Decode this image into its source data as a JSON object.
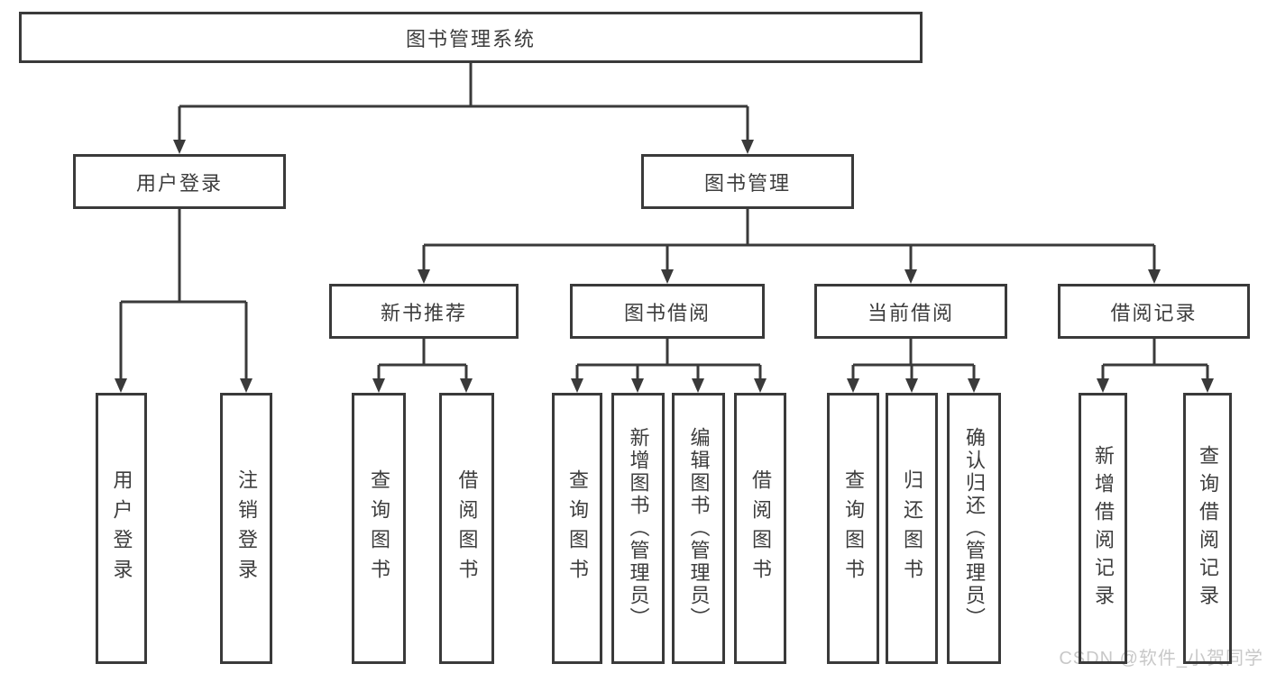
{
  "page": {
    "background": "#ffffff"
  },
  "colors": {
    "line": "#3a3a3a",
    "box_border": "#3a3a3a",
    "text": "#3d3d3d",
    "watermark": "#c8c8c8"
  },
  "nodes": {
    "root": "图书管理系统",
    "user_login": "用户登录",
    "book_management": "图书管理",
    "new_book_recommend": "新书推荐",
    "book_borrow": "图书借阅",
    "current_borrow": "当前借阅",
    "borrow_records": "借阅记录",
    "leaf_user_login": "用户登录",
    "leaf_logout": "注销登录",
    "leaf_rec_query_books": "查询图书",
    "leaf_rec_borrow_books": "借阅图书",
    "leaf_bor_query_books": "查询图书",
    "leaf_bor_add_books": "新增图书（管理员）",
    "leaf_bor_edit_books": "编辑图书（管理员）",
    "leaf_bor_borrow_books": "借阅图书",
    "leaf_cur_query_books": "查询图书",
    "leaf_cur_return_books": "归还图书",
    "leaf_cur_confirm_return": "确认归还（管理员）",
    "leaf_recd_add_record": "新增借阅记录",
    "leaf_recd_query_record": "查询借阅记录"
  },
  "watermark": "CSDN @软件_小贺同学"
}
